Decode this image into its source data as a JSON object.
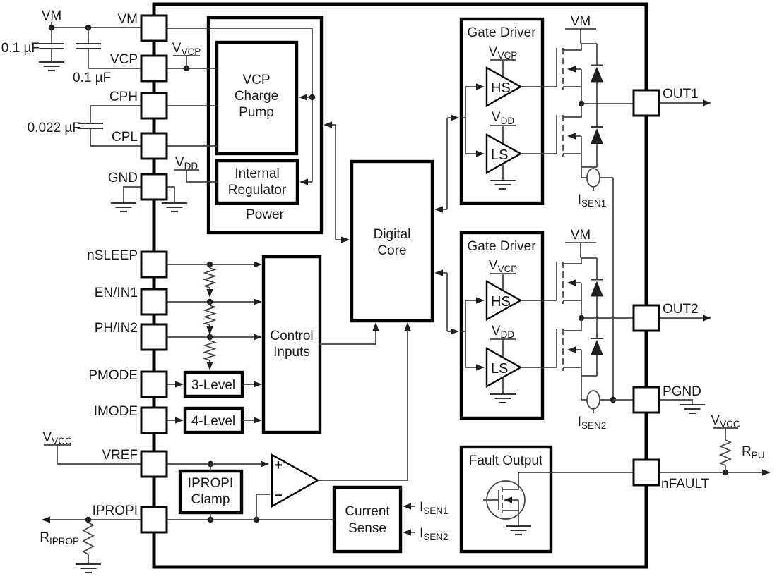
{
  "figure": {
    "pins_left": [
      {
        "id": "vm",
        "label": "VM"
      },
      {
        "id": "vcp",
        "label": "VCP"
      },
      {
        "id": "cph",
        "label": "CPH"
      },
      {
        "id": "cpl",
        "label": "CPL"
      },
      {
        "id": "gnd",
        "label": "GND"
      },
      {
        "id": "nsleep",
        "label": "nSLEEP"
      },
      {
        "id": "en-in1",
        "label": "EN/IN1"
      },
      {
        "id": "ph-in2",
        "label": "PH/IN2"
      },
      {
        "id": "pmode",
        "label": "PMODE"
      },
      {
        "id": "imode",
        "label": "IMODE"
      },
      {
        "id": "vref",
        "label": "VREF"
      },
      {
        "id": "ipropi",
        "label": "IPROPI"
      }
    ],
    "pins_right": [
      {
        "id": "out1",
        "label": "OUT1"
      },
      {
        "id": "out2",
        "label": "OUT2"
      },
      {
        "id": "pgnd",
        "label": "PGND"
      },
      {
        "id": "nfault",
        "label": "nFAULT"
      }
    ],
    "blocks": {
      "power": {
        "label": "Power"
      },
      "charge_pump": {
        "lines": [
          "VCP",
          "Charge",
          "Pump"
        ]
      },
      "internal_regulator": {
        "lines": [
          "Internal",
          "Regulator"
        ]
      },
      "digital_core": {
        "lines": [
          "Digital",
          "Core"
        ]
      },
      "control_inputs": {
        "lines": [
          "Control",
          "Inputs"
        ]
      },
      "three_level": {
        "label": "3-Level"
      },
      "four_level": {
        "label": "4-Level"
      },
      "ipropi_clamp": {
        "lines": [
          "IPROPI",
          "Clamp"
        ]
      },
      "current_sense": {
        "lines": [
          "Current",
          "Sense"
        ]
      },
      "fault_output": {
        "label": "Fault Output"
      },
      "gate_driver1": {
        "label": "Gate Driver"
      },
      "gate_driver2": {
        "label": "Gate Driver"
      },
      "hs_label": "HS",
      "ls_label": "LS"
    },
    "supplies": {
      "vm": "VM",
      "v_vcp": {
        "base": "V",
        "sub": "VCP"
      },
      "v_dd": {
        "base": "V",
        "sub": "DD"
      },
      "v_vcc": {
        "base": "V",
        "sub": "VCC"
      }
    },
    "components": {
      "cap1": "0.1 µF",
      "cap2": "0.1 µF",
      "cap3": "0.022 µF",
      "r_iprop": {
        "base": "R",
        "sub": "IPROP"
      },
      "r_pu": {
        "base": "R",
        "sub": "PU"
      },
      "i_sen1": {
        "base": "I",
        "sub": "SEN1"
      },
      "i_sen2": {
        "base": "I",
        "sub": "SEN2"
      }
    },
    "comparator": {
      "plus": "+",
      "minus": "−"
    }
  }
}
